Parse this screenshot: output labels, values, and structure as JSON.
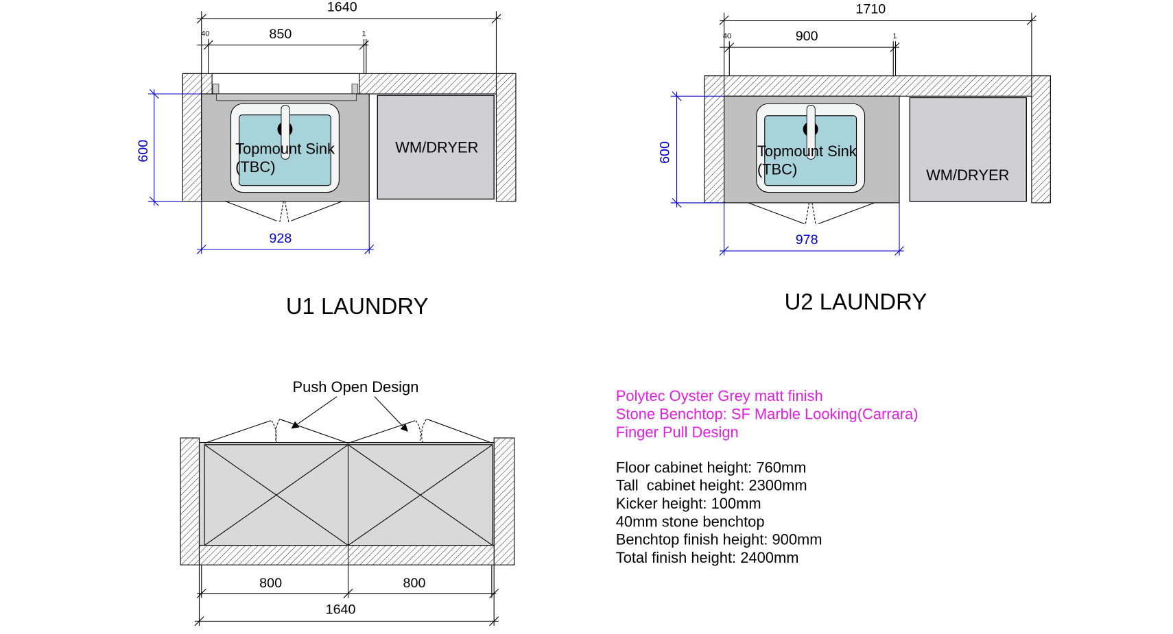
{
  "u1": {
    "title": "U1 LAUNDRY",
    "overall_width": "1640",
    "sink_width": "850",
    "left_gap": "40",
    "right_gap": "1",
    "depth": "600",
    "cabinet_width": "928",
    "sink_label_1": "Topmount Sink",
    "sink_label_2": "(TBC)",
    "appliance_label": "WM/DRYER"
  },
  "u2": {
    "title": "U2 LAUNDRY",
    "overall_width": "1710",
    "sink_width": "900",
    "left_gap": "40",
    "right_gap": "1",
    "depth": "600",
    "cabinet_width": "978",
    "sink_label_1": "Topmount Sink",
    "sink_label_2": "(TBC)",
    "appliance_label": "WM/DRYER"
  },
  "elevation": {
    "annotation": "Push Open Design",
    "door_width_left": "800",
    "door_width_right": "800",
    "overall_width": "1640"
  },
  "notes": {
    "finishes": [
      "Polytec Oyster Grey matt finish",
      "Stone Benchtop: SF Marble Looking(Carrara)",
      "Finger Pull Design"
    ],
    "specs": [
      "Floor cabinet height: 760mm",
      "Tall  cabinet height: 2300mm",
      "Kicker height: 100mm",
      "40mm stone benchtop",
      "Benchtop finish height: 900mm",
      "Total finish height: 2400mm"
    ]
  },
  "colors": {
    "dimension_blue": "#0000cc",
    "note_magenta": "#e020e0",
    "sink_blue": "#a8d3da",
    "cabinet_grey": "#c0c0c0"
  }
}
